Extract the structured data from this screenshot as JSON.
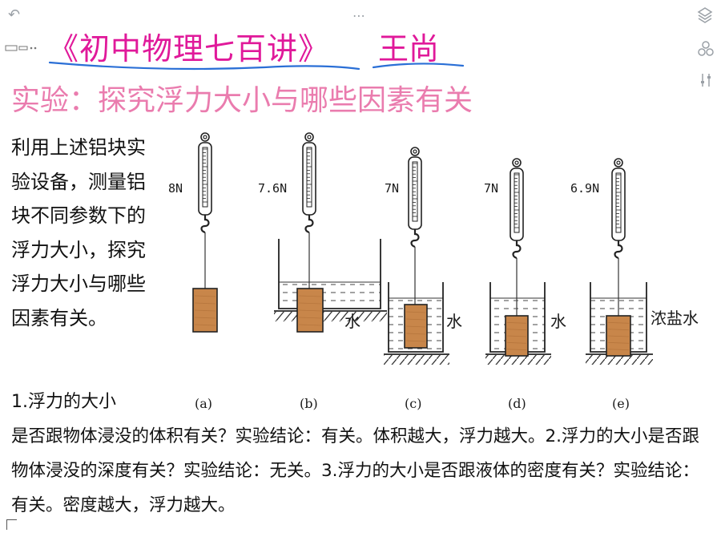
{
  "header": {
    "book_title": "《初中物理七百讲》",
    "author": "王尚"
  },
  "experiment_title": "实验：探究浮力大小与哪些因素有关",
  "intro": "利用上述铝块实验设备，测量铝块不同参数下的浮力大小，探究浮力大小与哪些因素有关。",
  "question1_start": "1.浮力的大小",
  "answers_continued": "是否跟物体浸没的体积有关？实验结论：有关。体积越大，浮力越大。2.浮力的大小是否跟物体浸没的深度有关？实验结论：无关。3.浮力的大小是否跟液体的密度有关？实验结论：有关。密度越大，浮力越大。",
  "setups": [
    {
      "id": "a",
      "reading": "8N",
      "label": "(a)",
      "liquid": ""
    },
    {
      "id": "b",
      "reading": "7.6N",
      "label": "(b)",
      "liquid": "水"
    },
    {
      "id": "c",
      "reading": "7N",
      "label": "(c)",
      "liquid": "水"
    },
    {
      "id": "d",
      "reading": "7N",
      "label": "(d)",
      "liquid": "水"
    },
    {
      "id": "e",
      "reading": "6.9N",
      "label": "(e)",
      "liquid": "浓盐水"
    }
  ],
  "icons": {
    "back": "back-arrow-icon",
    "more": "more-dots-icon",
    "layers": "layers-icon",
    "shapes": "shapes-icon",
    "adjust": "adjust-sliders-icon",
    "minimize": "minimize-panel-icon"
  },
  "colors": {
    "title_magenta": "#e0199a",
    "subtitle_pink": "#ea7cae",
    "block_brown": "#c8864a",
    "underline_blue": "#2a6fd6"
  }
}
